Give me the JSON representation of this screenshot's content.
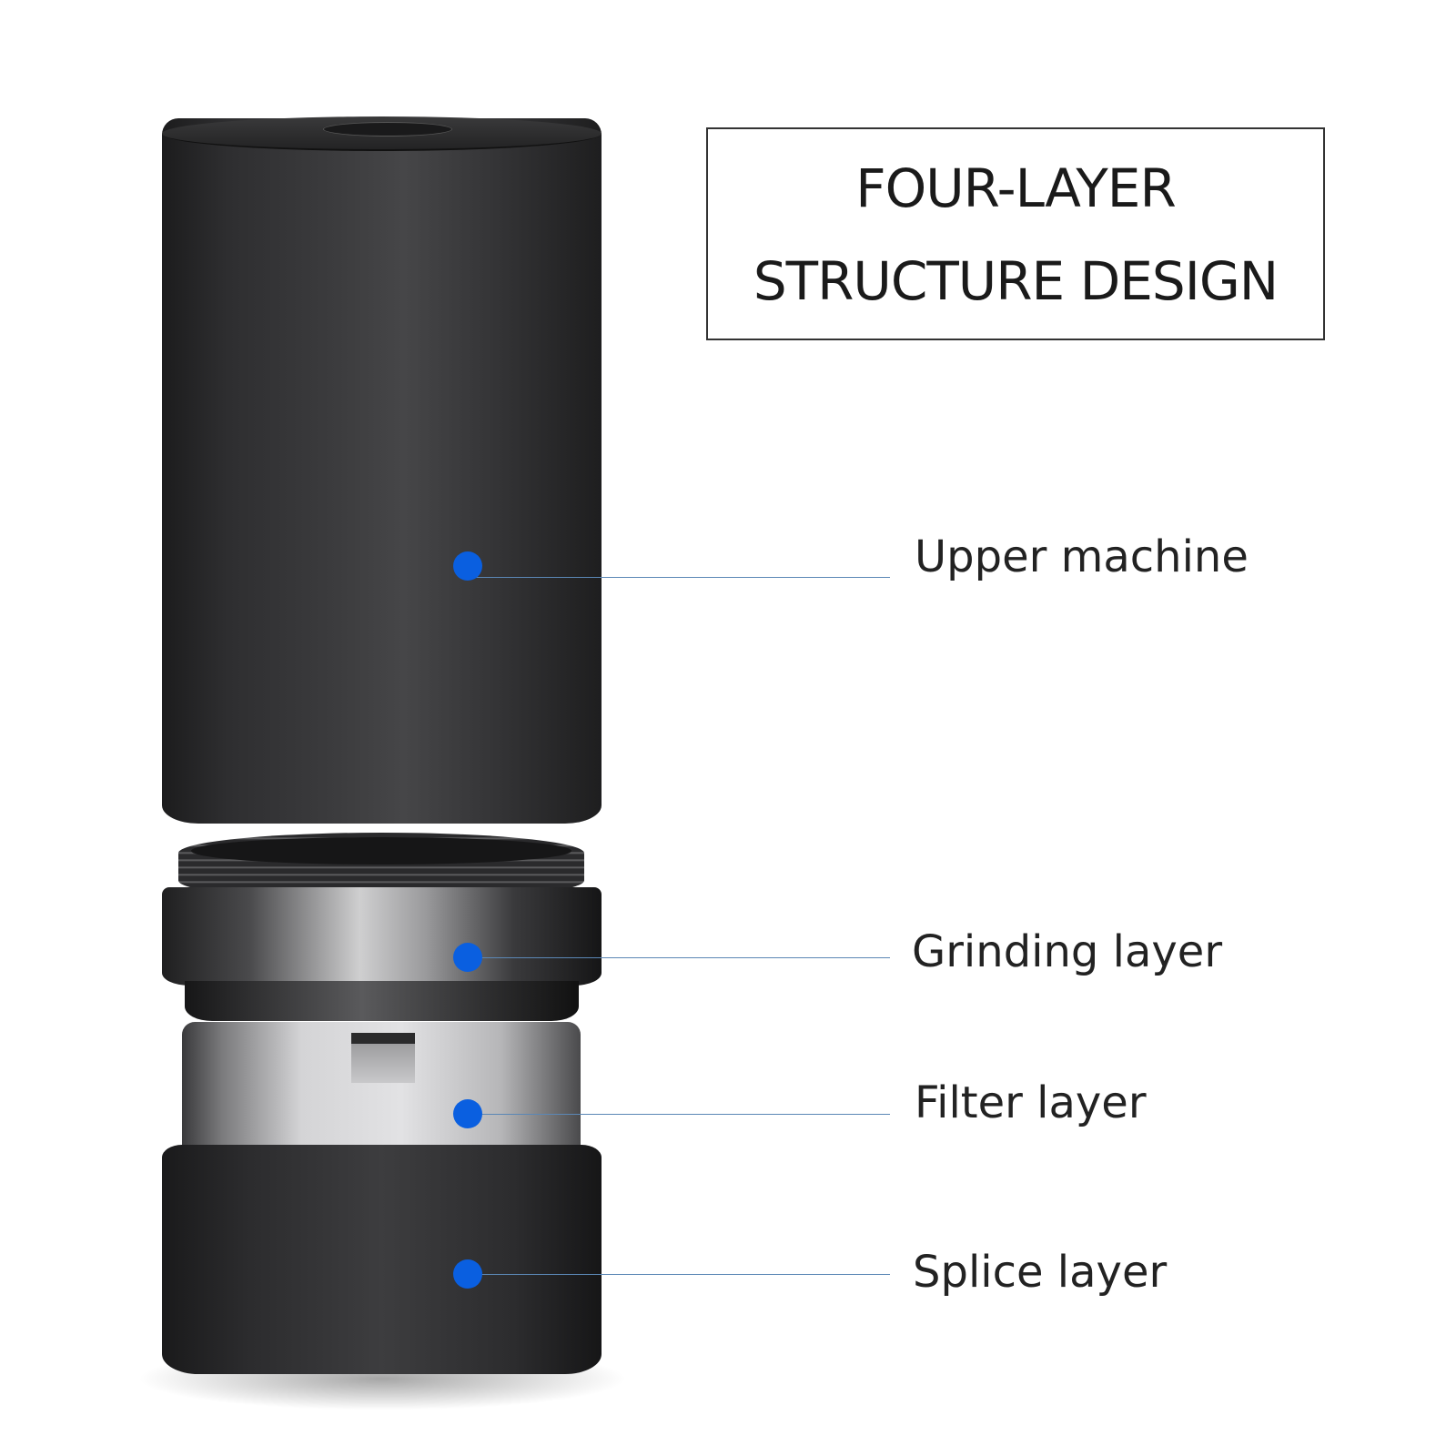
{
  "title": {
    "line1": "FOUR-LAYER",
    "line2": "STRUCTURE DESIGN"
  },
  "layers": [
    {
      "label": "Upper machine"
    },
    {
      "label": "Grinding layer"
    },
    {
      "label": "Filter layer"
    },
    {
      "label": "Splice layer"
    }
  ],
  "colors": {
    "marker": "#0a5fe0",
    "leader_line": "#5b87b5",
    "product": "#2e2e30"
  }
}
